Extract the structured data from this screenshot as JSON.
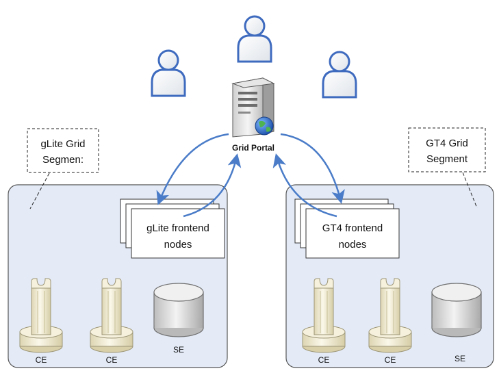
{
  "portal": {
    "label": "Grid Portal",
    "icon": "server-icon"
  },
  "users": [
    {
      "icon": "user-icon"
    },
    {
      "icon": "user-icon"
    },
    {
      "icon": "user-icon"
    }
  ],
  "segments": [
    {
      "callout_line1": "gLite Grid",
      "callout_line2": "Segmen:",
      "frontend_line1": "gLite frontend",
      "frontend_line2": "nodes",
      "ce1": "CE",
      "ce2": "CE",
      "se": "SE"
    },
    {
      "callout_line1": "GT4 Grid",
      "callout_line2": "Segment",
      "frontend_line1": "GT4 frontend",
      "frontend_line2": "nodes",
      "ce1": "CE",
      "ce2": "CE",
      "se": "SE"
    }
  ],
  "colors": {
    "segment_fill": "#e4ebf7",
    "segment_stroke": "#555555",
    "arrow": "#4a7cc8",
    "user_stroke": "#3f6bbf",
    "ce_fill": "#f2ecd2",
    "se_fill": "#d9d9d9"
  }
}
